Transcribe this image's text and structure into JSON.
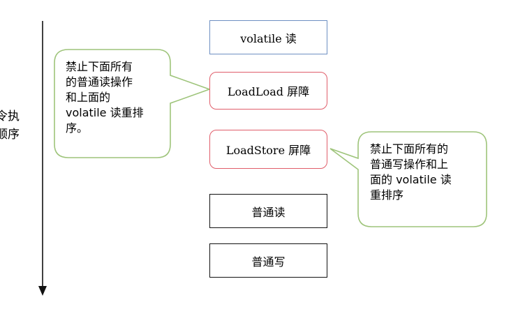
{
  "axis": {
    "label": "令执\n顺序"
  },
  "boxes": {
    "volatile_read": "volatile 读",
    "loadload_barrier": "LoadLoad 屏障",
    "loadstore_barrier": "LoadStore 屏障",
    "normal_read": "普通读",
    "normal_write": "普通写"
  },
  "callouts": {
    "left": "禁止下面所有\n的普通读操作\n和上面的\nvolatile 读重排\n序。",
    "right": "禁止下面所有的\n普通写操作和上\n面的 volatile 读\n重排序"
  },
  "colors": {
    "blue_border": "#6d8fc2",
    "red_border": "#e05d6a",
    "bubble_border": "#9ec47a",
    "black": "#111111"
  }
}
